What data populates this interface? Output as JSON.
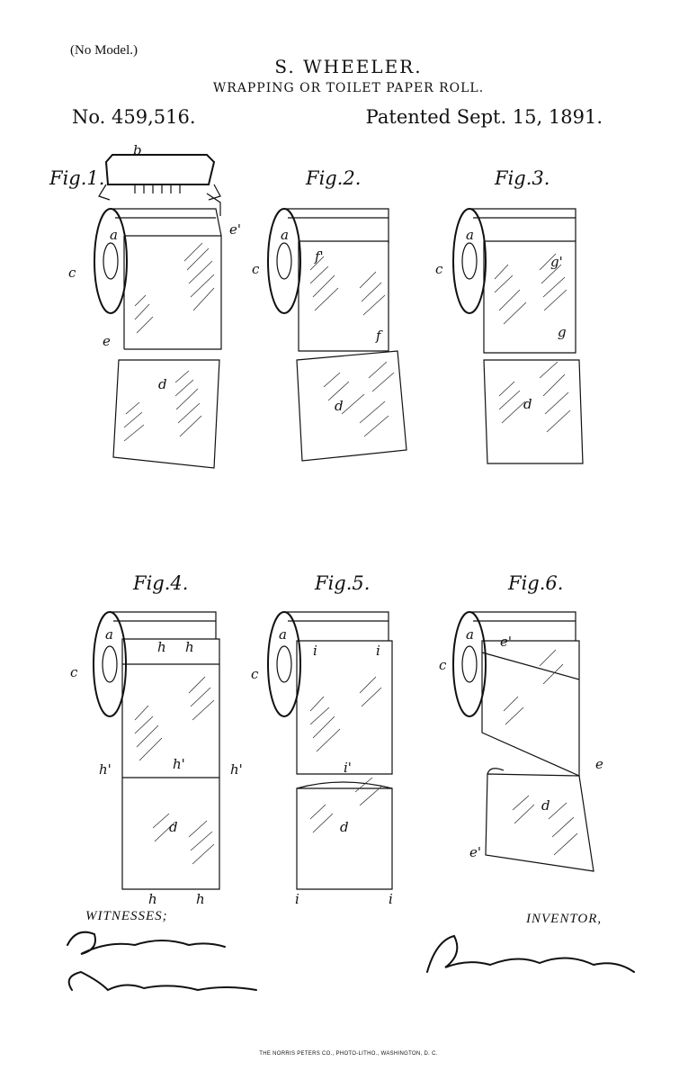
{
  "header": {
    "model_note": "(No Model.)",
    "inventor_name": "S. WHEELER.",
    "title": "WRAPPING OR TOILET PAPER ROLL.",
    "patent_number": "No. 459,516.",
    "patent_date": "Patented Sept. 15, 1891."
  },
  "figures": [
    {
      "label": "Fig.1.",
      "refs": [
        "b",
        "a",
        "c",
        "e'",
        "e",
        "d"
      ]
    },
    {
      "label": "Fig.2.",
      "refs": [
        "a",
        "c",
        "f'",
        "f",
        "d"
      ]
    },
    {
      "label": "Fig.3.",
      "refs": [
        "a",
        "c",
        "g'",
        "g",
        "d"
      ]
    },
    {
      "label": "Fig.4.",
      "refs": [
        "a",
        "c",
        "h",
        "h",
        "h'",
        "h'",
        "h'",
        "d",
        "h",
        "h"
      ]
    },
    {
      "label": "Fig.5.",
      "refs": [
        "a",
        "c",
        "i",
        "i",
        "i'",
        "d",
        "i",
        "i"
      ]
    },
    {
      "label": "Fig.6.",
      "refs": [
        "a",
        "c",
        "e'",
        "e",
        "d",
        "e'"
      ]
    }
  ],
  "signatures": {
    "witnesses_label": "WITNESSES;",
    "inventor_label": "INVENTOR,"
  },
  "footer": {
    "printer": "THE NORRIS PETERS CO., PHOTO-LITHO., WASHINGTON, D. C."
  }
}
